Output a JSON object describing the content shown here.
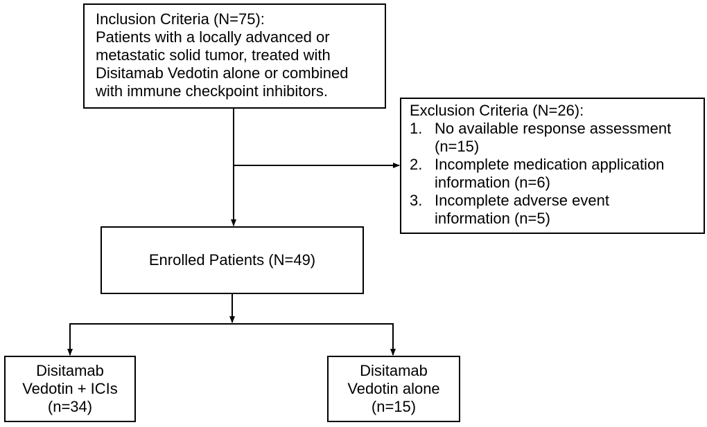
{
  "inclusion": {
    "title": "Inclusion Criteria  (N=75):",
    "lines": [
      "Patients with a locally advanced or",
      "metastatic solid tumor, treated with",
      "Disitamab Vedotin alone or combined",
      "with immune checkpoint inhibitors."
    ]
  },
  "exclusion": {
    "title": "Exclusion Criteria (N=26):",
    "items": [
      {
        "num": "1.",
        "lines": [
          "No available response assessment",
          "(n=15)"
        ]
      },
      {
        "num": "2.",
        "lines": [
          "Incomplete medication application",
          "information (n=6)"
        ]
      },
      {
        "num": "3.",
        "lines": [
          "Incomplete adverse event",
          "information (n=5)"
        ]
      }
    ]
  },
  "enrolled": {
    "label": "Enrolled Patients (N=49)"
  },
  "combo": {
    "lines": [
      "Disitamab",
      "Vedotin + ICIs",
      "(n=34)"
    ]
  },
  "alone": {
    "lines": [
      "Disitamab",
      "Vedotin alone",
      "(n=15)"
    ]
  }
}
